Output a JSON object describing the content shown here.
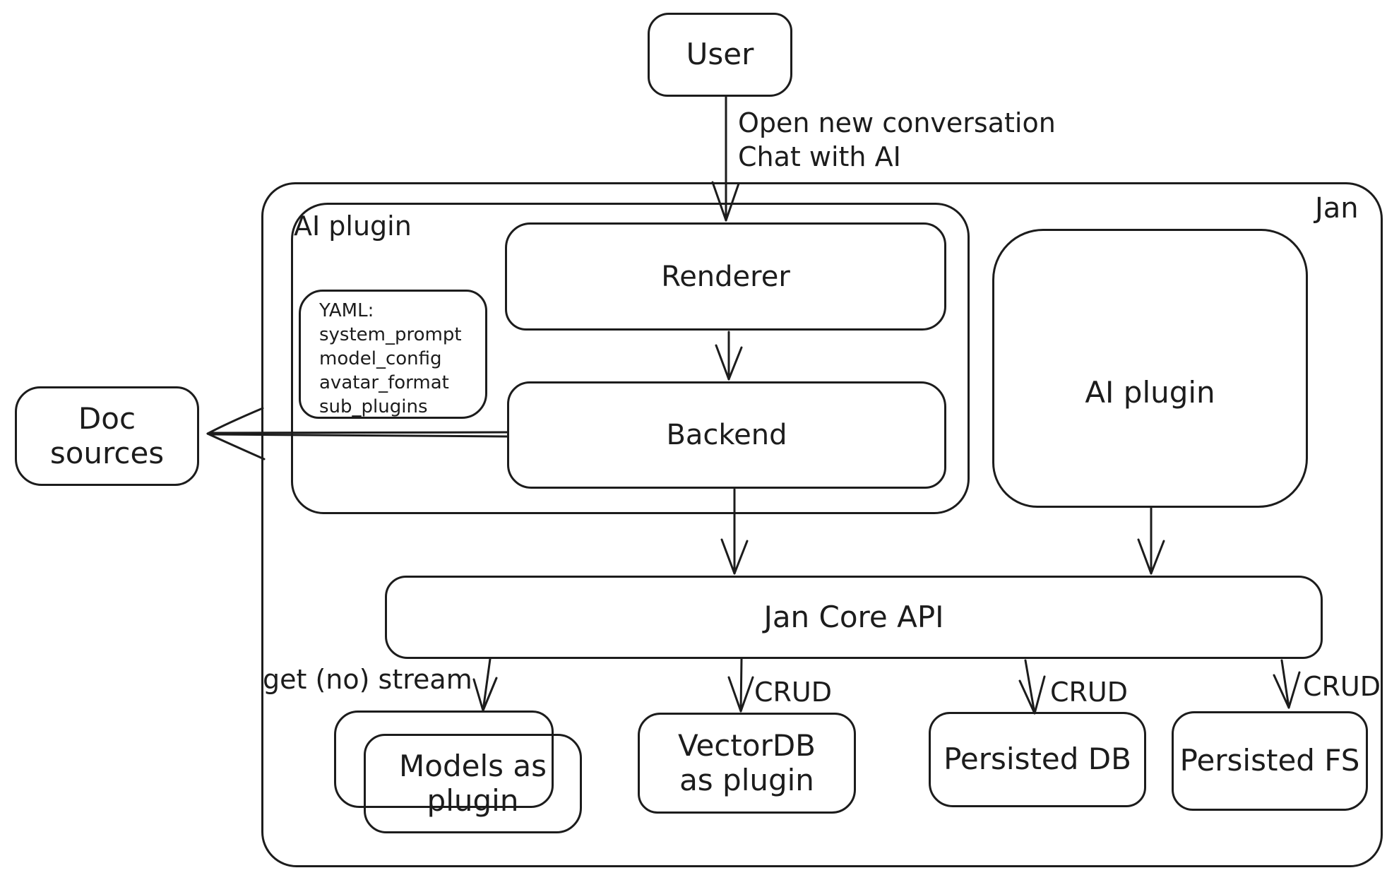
{
  "colors": {
    "stroke": "#1c1c1c",
    "background": "#ffffff"
  },
  "nodes": {
    "user": "User",
    "jan": "Jan",
    "ai_plugin_container": "AI plugin",
    "renderer": "Renderer",
    "backend": "Backend",
    "ai_plugin_right": "AI plugin",
    "doc_sources": "Doc sources",
    "jan_core_api": "Jan Core API",
    "models": "Models as plugin",
    "vectordb": "VectorDB as plugin",
    "persisted_db": "Persisted DB",
    "persisted_fs": "Persisted FS"
  },
  "yaml_note": {
    "lines": [
      "YAML:",
      "system_prompt",
      "model_config",
      "avatar_format",
      "sub_plugins"
    ]
  },
  "edge_labels": {
    "user_to_renderer_line1": "Open new conversation",
    "user_to_renderer_line2": "Chat with AI",
    "get_no_stream": "get (no) stream",
    "crud": "CRUD"
  }
}
